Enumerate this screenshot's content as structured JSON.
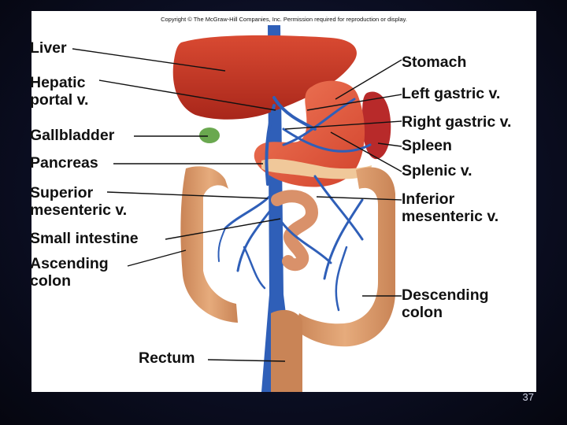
{
  "copyright": "Copyright © The McGraw-Hill Companies, Inc. Permission required for reproduction or display.",
  "labels": {
    "liver": "Liver",
    "hepatic_portal": "Hepatic\nportal v.",
    "gallbladder": "Gallbladder",
    "pancreas": "Pancreas",
    "superior_mesenteric": "Superior\nmesenteric v.",
    "small_intestine": "Small intestine",
    "ascending_colon": "Ascending\ncolon",
    "rectum": "Rectum",
    "stomach": "Stomach",
    "left_gastric": "Left gastric v.",
    "right_gastric": "Right gastric v.",
    "spleen": "Spleen",
    "splenic": "Splenic v.",
    "inferior_mesenteric": "Inferior\nmesenteric v.",
    "descending_colon": "Descending\ncolon"
  },
  "page_number": "37",
  "colors": {
    "liver": "#c8321e",
    "stomach": "#e8553a",
    "spleen": "#b82a2a",
    "colon": "#d99a6a",
    "vein": "#2f5fb8",
    "gallbladder": "#6aa84f",
    "pancreas": "#f0c89a",
    "background": "#0b0e22"
  }
}
